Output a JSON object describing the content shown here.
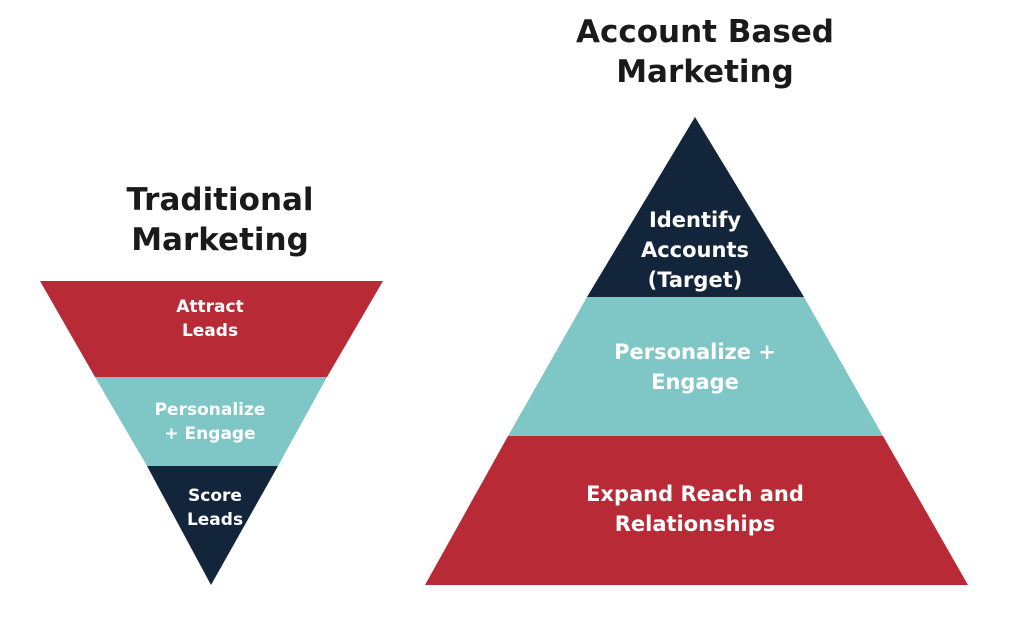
{
  "traditional": {
    "title_lines": [
      "Traditional",
      "Marketing"
    ],
    "segments": [
      {
        "lines": [
          "Attract",
          "Leads"
        ],
        "color": "#B82A35"
      },
      {
        "lines": [
          "Personalize",
          "+ Engage"
        ],
        "color": "#7FC7C6"
      },
      {
        "lines": [
          "Score",
          "Leads"
        ],
        "color": "#13253A"
      }
    ]
  },
  "abm": {
    "title_lines": [
      "Account Based",
      "Marketing"
    ],
    "segments": [
      {
        "lines": [
          "Identify",
          "Accounts",
          "(Target)"
        ],
        "color": "#13253A"
      },
      {
        "lines": [
          "Personalize +",
          "Engage"
        ],
        "color": "#7FC7C6"
      },
      {
        "lines": [
          "Expand Reach and",
          "Relationships"
        ],
        "color": "#B82A35"
      }
    ]
  }
}
